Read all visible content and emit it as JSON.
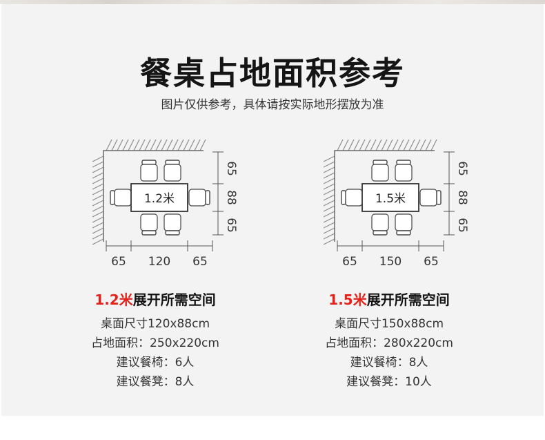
{
  "title": "餐桌占地面积参考",
  "subtitle": "图片仅供参考，具体请按实际地形摆放为准",
  "options": [
    {
      "table_label": "1.2米",
      "bottom_dims": [
        "65",
        "120",
        "65"
      ],
      "side_dims": [
        "65",
        "88",
        "65"
      ],
      "heading_size": "1.2米",
      "heading_rest": "展开所需空间",
      "rows": [
        "桌面尺寸120x88cm",
        "占地面积：250x220cm",
        "建议餐椅：6人",
        "建议餐凳：8人"
      ]
    },
    {
      "table_label": "1.5米",
      "bottom_dims": [
        "65",
        "150",
        "65"
      ],
      "side_dims": [
        "65",
        "88",
        "65"
      ],
      "heading_size": "1.5米",
      "heading_rest": "展开所需空间",
      "rows": [
        "桌面尺寸150x88cm",
        "占地面积：280x220cm",
        "建议餐椅：8人",
        "建议餐凳：10人"
      ]
    }
  ],
  "colors": {
    "accent": "#e3221b",
    "background": "#f3f3f3"
  }
}
